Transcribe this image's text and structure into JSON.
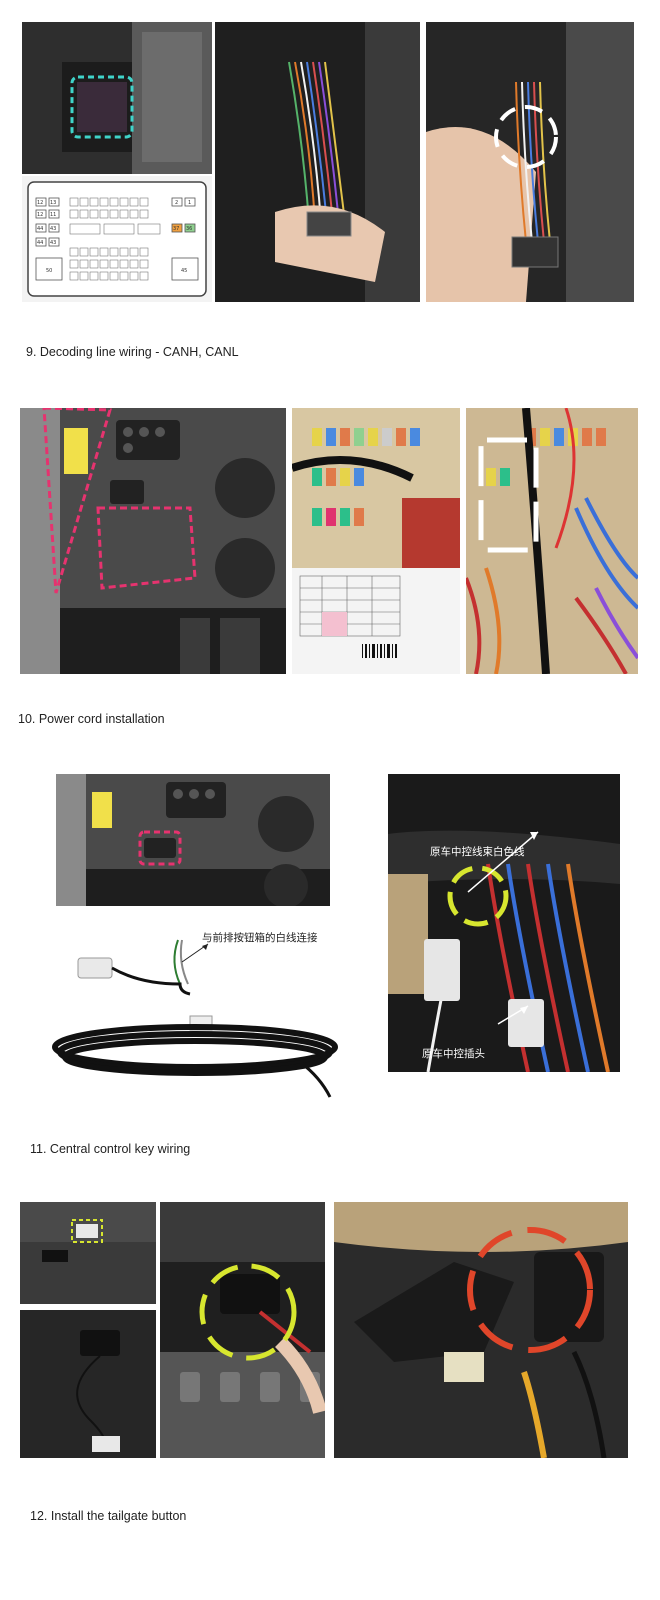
{
  "sections": [
    {
      "id": "s9",
      "caption": "9. Decoding line wiring - CANH, CANL"
    },
    {
      "id": "s10",
      "caption": "10. Power cord installation"
    },
    {
      "id": "s11",
      "caption": "11. Central control key wiring",
      "notes": {
        "wire_connect": "与前排按钮箱的白线连接",
        "original_bundle": "原车中控线束白色线",
        "original_plug": "原车中控插头"
      }
    },
    {
      "id": "s12",
      "caption": "12. Install the tailgate button"
    }
  ],
  "fuse_diagram": {
    "left_labels": [
      "12",
      "13",
      "12",
      "11",
      "44",
      "43",
      "44",
      "43"
    ],
    "right_labels": [
      "2",
      "1",
      "37",
      "36",
      "45"
    ],
    "bottom_label": "50"
  },
  "colors": {
    "highlight_cyan": "#3fd3c9",
    "highlight_white": "#ffffff",
    "highlight_pink": "#e6336f",
    "highlight_yellow": "#d7e62f",
    "highlight_red": "#e0462a"
  }
}
